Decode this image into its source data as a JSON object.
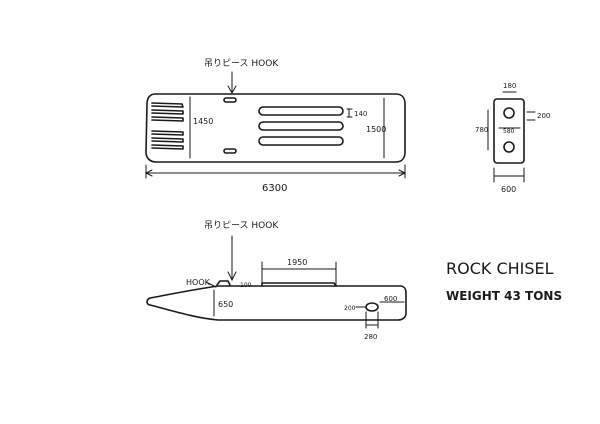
{
  "diagram": {
    "top_view": {
      "hook_label": "吊りピース HOOK",
      "dim_width": "1450",
      "dim_height": "1500",
      "dim_slot": "140",
      "dim_length": "6300"
    },
    "end_view": {
      "dim_top": "180",
      "dim_right": "200",
      "dim_inner": "580",
      "dim_left": "780",
      "dim_bottom": "600"
    },
    "side_view": {
      "hook_label": "吊りピース HOOK",
      "hook_small_label": "HOOK",
      "dim_plate": "1950",
      "dim_100": "100",
      "dim_650": "650",
      "dim_hole_w": "200",
      "dim_right": "600",
      "dim_hole_bottom": "280"
    },
    "title": "ROCK CHISEL",
    "weight": "WEIGHT 43 TONS"
  }
}
